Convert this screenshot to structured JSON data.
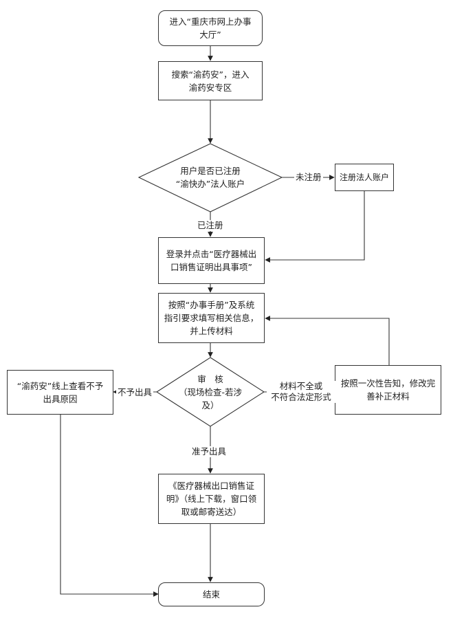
{
  "nodes": {
    "start": "进入“重庆市网上办事\n大厅”",
    "search": "搜索“渝药安”，进入\n渝药安专区",
    "decision_registered": "用户是否已注册\n“渝快办”法人账户",
    "register": "注册法人账户",
    "login": "登录并点击“医疗器械出\n口销售证明出具事项”",
    "fill_in": "按照“办事手册”及系统\n指引要求填写相关信息，\n并上传材料",
    "review": "审　核\n（现场检查-若涉\n及）",
    "reject_reason": "“渝药安”线上查看不予\n出具原因",
    "supplement": "按照一次性告知，修改完\n善补正材料",
    "certificate": "《医疗器械出口销售证\n明》（线上下载，窗口领\n取或邮寄送达）",
    "end": "结束"
  },
  "edge_labels": {
    "not_registered": "未注册",
    "registered": "已注册",
    "reject": "不予出具",
    "incomplete": "材料不全或\n不符合法定形式",
    "approve": "准予出具"
  }
}
